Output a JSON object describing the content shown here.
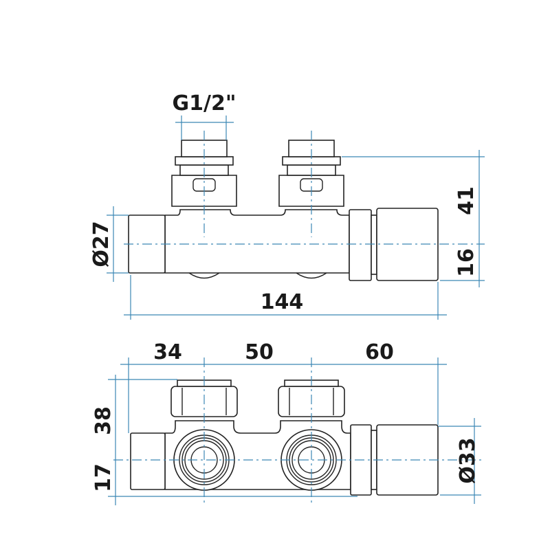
{
  "top_view": {
    "thread_label": "G1/2\"",
    "height_label": "41",
    "offset_label": "16",
    "diameter_label": "Ø27",
    "length_label": "144"
  },
  "bottom_view": {
    "spacing_left_label": "34",
    "spacing_mid_label": "50",
    "spacing_right_label": "60",
    "height_label": "38",
    "offset_label": "17",
    "diameter_label": "Ø33"
  },
  "colors": {
    "dimension": "#3b87b5",
    "outline": "#222222"
  }
}
